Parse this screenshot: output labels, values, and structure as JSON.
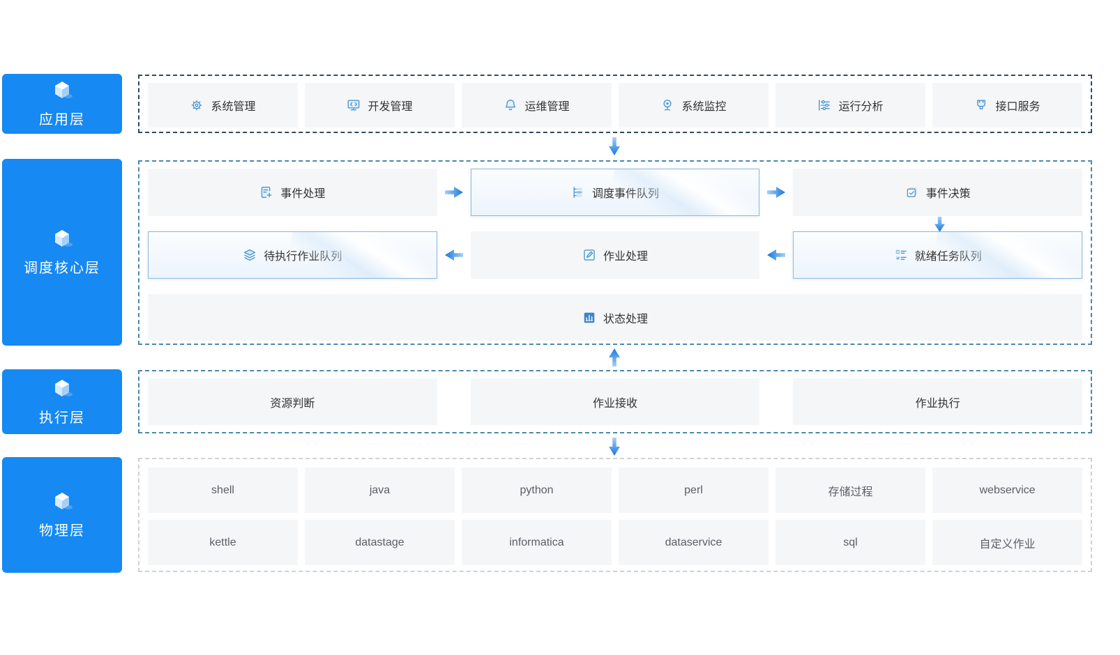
{
  "colors": {
    "primary_blue": "#1689f2",
    "icon_blue": "#4a96d2",
    "node_gray": "#f5f6f7",
    "highlight_border": "#8db8de",
    "dash_dark": "#31485e",
    "dash_teal": "#4a87aa",
    "dash_light": "#ccd2d9",
    "arrow_blue": "#1679e0"
  },
  "app_layer": {
    "label": "应用层",
    "items": [
      {
        "icon": "gear-icon",
        "label": "系统管理"
      },
      {
        "icon": "dev-monitor-icon",
        "label": "开发管理"
      },
      {
        "icon": "alarm-bell-icon",
        "label": "运维管理"
      },
      {
        "icon": "webcam-icon",
        "label": "系统监控"
      },
      {
        "icon": "sliders-icon",
        "label": "运行分析"
      },
      {
        "icon": "interface-plug-icon",
        "label": "接口服务"
      }
    ]
  },
  "core_layer": {
    "label": "调度核心层",
    "row1": [
      {
        "icon": "doc-event-icon",
        "label": "事件处理",
        "highlight": false
      },
      {
        "icon": "queue-tree-icon",
        "label": "调度事件队列",
        "highlight": true
      },
      {
        "icon": "decision-check-icon",
        "label": "事件决策",
        "highlight": false
      }
    ],
    "row2": [
      {
        "icon": "layers-icon",
        "label": "待执行作业队列",
        "highlight": true
      },
      {
        "icon": "pen-square-icon",
        "label": "作业处理",
        "highlight": false
      },
      {
        "icon": "checklist-icon",
        "label": "就绪任务队列",
        "highlight": true
      }
    ],
    "row3": {
      "icon": "bar-chart-icon",
      "label": "状态处理"
    }
  },
  "exec_layer": {
    "label": "执行层",
    "items": [
      {
        "label": "资源判断"
      },
      {
        "label": "作业接收"
      },
      {
        "label": "作业执行"
      }
    ]
  },
  "physical_layer": {
    "label": "物理层",
    "rows": [
      [
        "shell",
        "java",
        "python",
        "perl",
        "存储过程",
        "webservice"
      ],
      [
        "kettle",
        "datastage",
        "informatica",
        "dataservice",
        "sql",
        "自定义作业"
      ]
    ]
  },
  "flow_arrows": [
    "app-to-core-down",
    "event-to-queue-right",
    "queue-to-decision-right",
    "decision-to-ready-down",
    "ready-to-jobproc-left",
    "jobproc-to-pending-left",
    "exec-to-core-up",
    "exec-to-physical-down"
  ]
}
